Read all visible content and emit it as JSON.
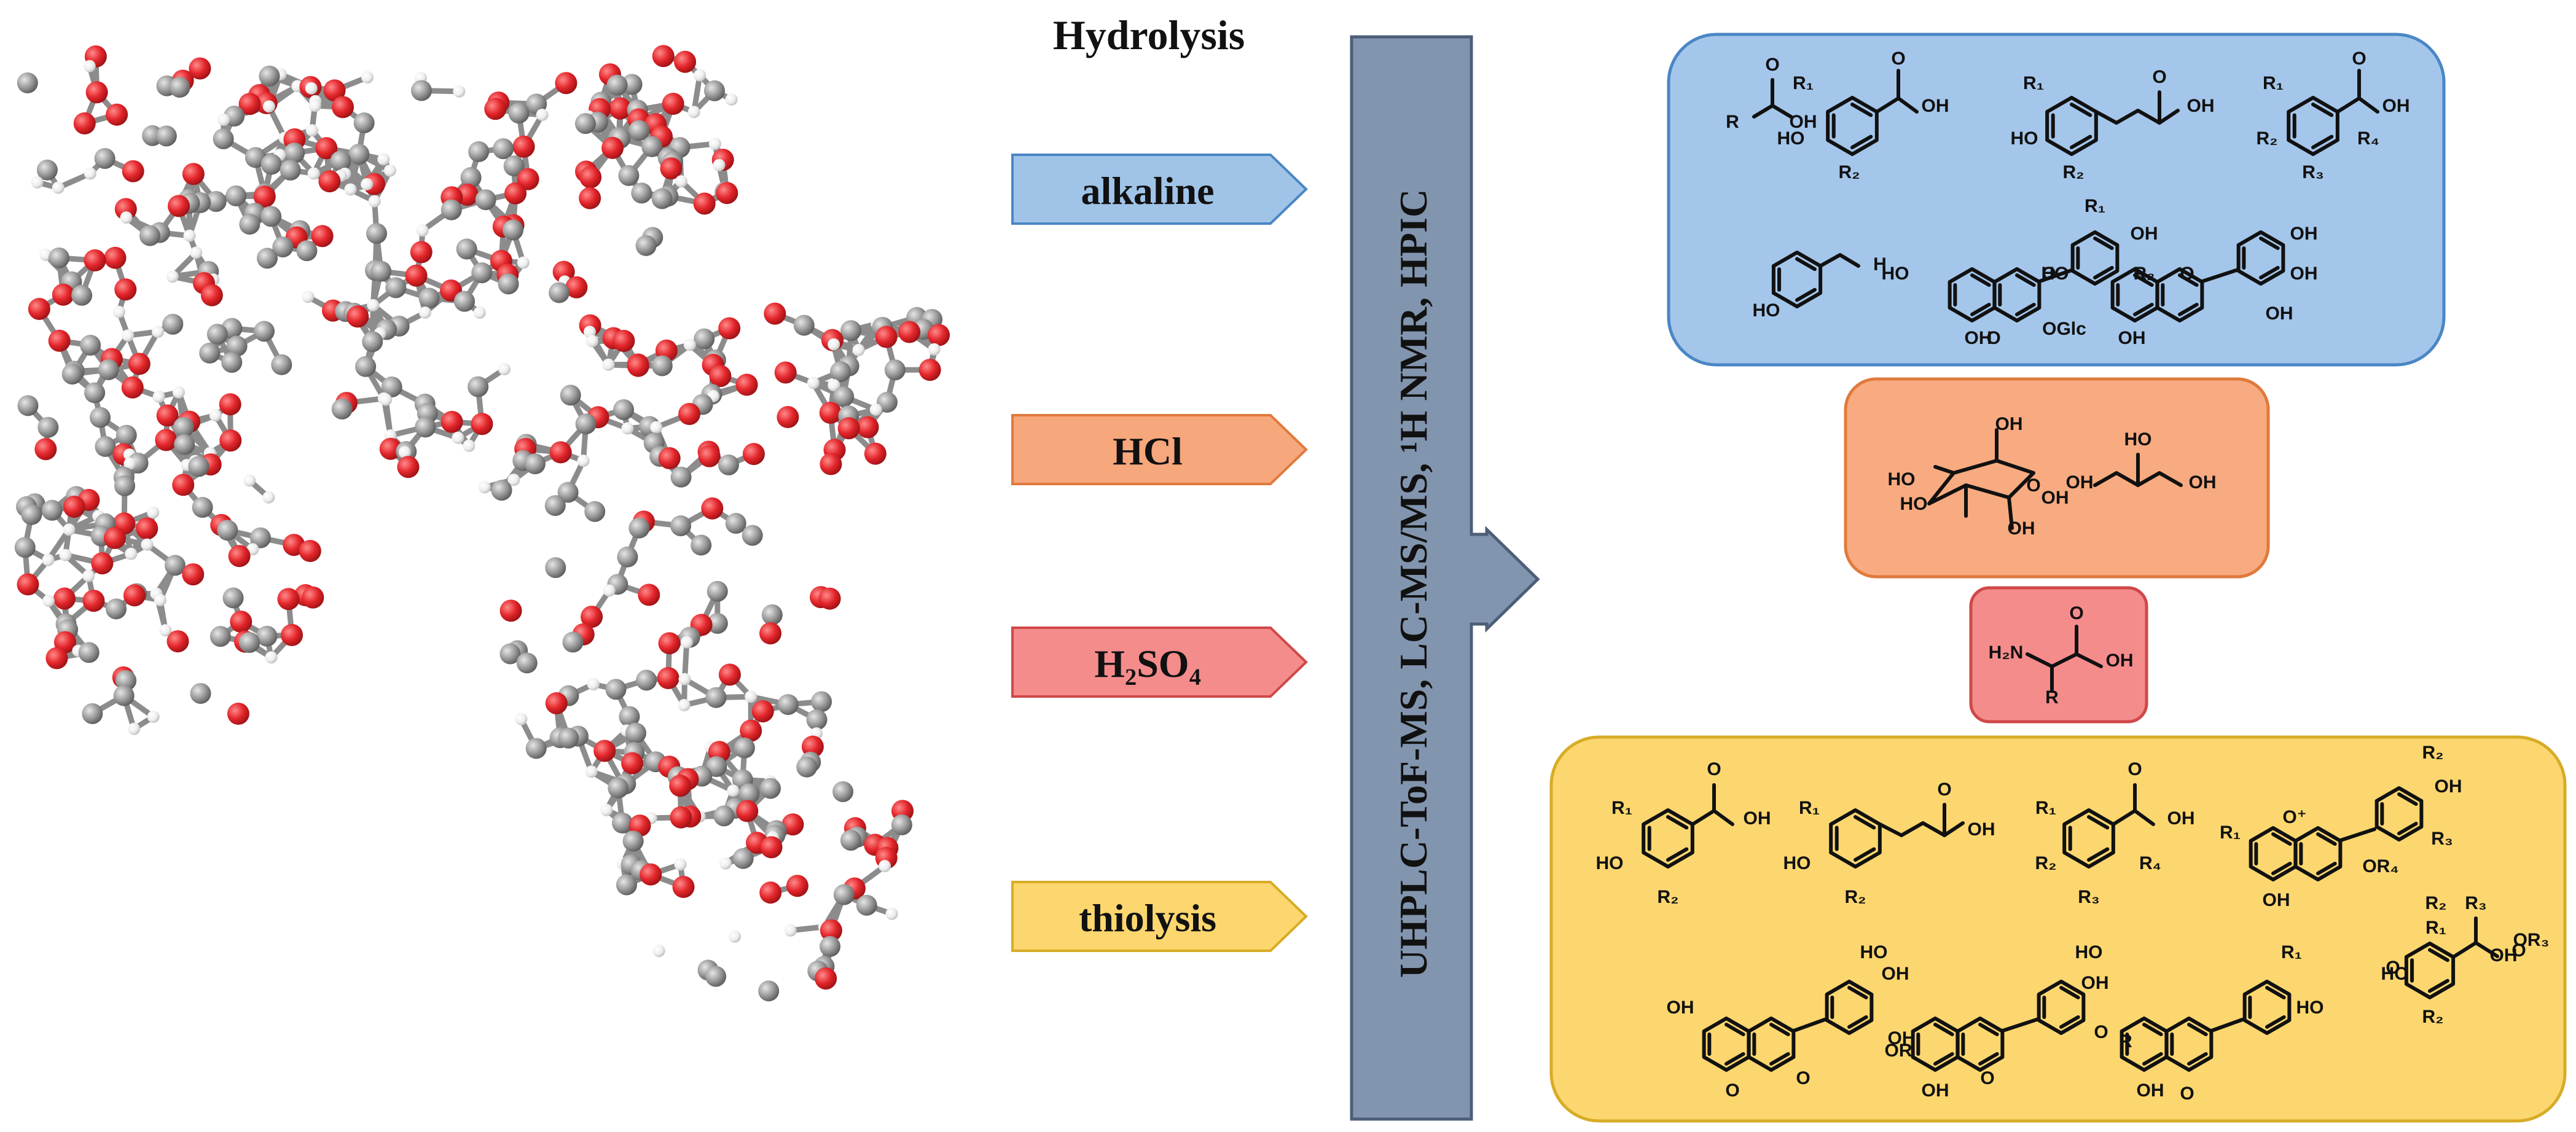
{
  "header": {
    "title": "Hydrolysis"
  },
  "methods": [
    {
      "label": "alkaline",
      "fill": "#a0c4e8",
      "stroke": "#4a86c5"
    },
    {
      "label": "HCl",
      "fill": "#f7a77c",
      "stroke": "#e07a3c"
    },
    {
      "label": "H₂SO₄",
      "fill": "#f58c8c",
      "stroke": "#d04848"
    },
    {
      "label": "thiolysis",
      "fill": "#fcd66e",
      "stroke": "#d7ac26"
    }
  ],
  "analysis": {
    "label": "UHPLC-ToF-MS, LC-MS/MS, ¹H NMR, HPIC",
    "fill": "#8295ae",
    "stroke": "#4d5e78"
  },
  "molecule": {
    "oxygen_color": "#e3262b",
    "carbon_color": "#9b9b9b",
    "hydrogen_color": "#f2f2f2"
  },
  "product_panels": [
    {
      "id": "alkaline",
      "fill": "#a4c6ea",
      "stroke": "#4a86c5",
      "labels": [
        "R",
        "OH",
        "O",
        "R₁",
        "HO",
        "R₂",
        "OH",
        "O",
        "R₁",
        "HO",
        "R₂",
        "OH",
        "O",
        "R₁",
        "R₂",
        "R₃",
        "R₄",
        "OH",
        "O",
        "HO",
        "H",
        "R₁",
        "OH",
        "HO",
        "OGlc",
        "OH",
        "O",
        "R₂",
        "O",
        "HO",
        "OH",
        "OH",
        "OH",
        "OH",
        "O"
      ]
    },
    {
      "id": "HCl",
      "fill": "#f8ab80",
      "stroke": "#e07a3c",
      "labels": [
        "OH",
        "HO",
        "HO",
        "OH",
        "OH",
        "O",
        "OH",
        "OH",
        "HO"
      ]
    },
    {
      "id": "H2SO4",
      "fill": "#f58c8c",
      "stroke": "#d04848",
      "labels": [
        "H₂N",
        "O",
        "OH",
        "R"
      ]
    },
    {
      "id": "thiolysis",
      "fill": "#fcd770",
      "stroke": "#d7ac26",
      "labels": [
        "R₁",
        "HO",
        "R₂",
        "OH",
        "O",
        "R₁",
        "HO",
        "R₂",
        "OH",
        "O",
        "R₁",
        "R₂",
        "R₃",
        "R₄",
        "OH",
        "O",
        "R₁",
        "OH",
        "OR₄",
        "R₂",
        "OH",
        "R₃",
        "O⁺",
        "R₁",
        "HO",
        "OH",
        "OR₃",
        "R₂",
        "OH",
        "O",
        "O",
        "HO",
        "OH",
        "OR",
        "OH",
        "OH",
        "O",
        "HO",
        "OH",
        "O",
        "R",
        "OH",
        "O",
        "R₁",
        "HO",
        "R₂",
        "O",
        "R₃",
        "O"
      ]
    }
  ]
}
